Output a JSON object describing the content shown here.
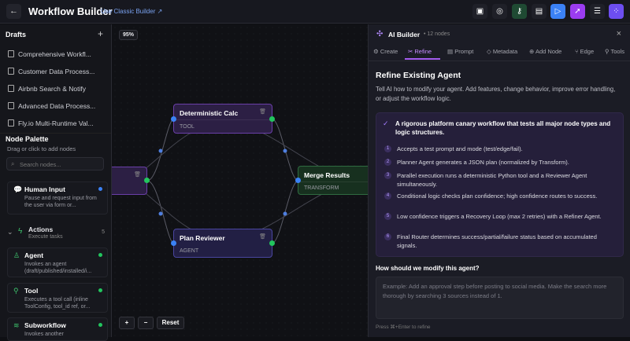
{
  "header": {
    "title": "Workflow Builder",
    "classic_link": "Use Classic Builder ↗"
  },
  "toolbar": [
    {
      "name": "save-icon",
      "glyph": "▣",
      "bg": "#1f2028"
    },
    {
      "name": "validate-icon",
      "glyph": "◎",
      "bg": "#1f2028"
    },
    {
      "name": "key-icon",
      "glyph": "⚷",
      "bg": "#1f4a33"
    },
    {
      "name": "document-icon",
      "glyph": "▤",
      "bg": "#1f2028"
    },
    {
      "name": "run-icon",
      "glyph": "▷",
      "bg": "#3b82f6"
    },
    {
      "name": "deploy-icon",
      "glyph": "➚",
      "bg": "#9b3cf0"
    },
    {
      "name": "settings-icon",
      "glyph": "☰",
      "bg": "#1f2028"
    },
    {
      "name": "ai-builder-icon",
      "glyph": "⁘",
      "bg": "#6d4ef0"
    }
  ],
  "sidebar": {
    "drafts_title": "Drafts",
    "add": "+",
    "drafts": [
      "Comprehensive Workfl...",
      "Customer Data Process...",
      "Airbnb Search & Notify",
      "Advanced Data Process...",
      "Fly.io Multi-Runtime Val..."
    ],
    "palette_title": "Node Palette",
    "palette_sub": "Drag or click to add nodes",
    "search_placeholder": "Search nodes...",
    "human": {
      "title": "Human Input",
      "desc": "Pause and request input from the user via form or..."
    },
    "actions": {
      "title": "Actions",
      "sub": "Execute tasks",
      "count": "5"
    },
    "agent": {
      "title": "Agent",
      "desc": "Invokes an agent (draft/published/installed/i..."
    },
    "tool": {
      "title": "Tool",
      "desc": "Executes a tool call (inline ToolConfig, tool_id ref, or..."
    },
    "sub": {
      "title": "Subworkflow",
      "desc": "Invokes another"
    }
  },
  "canvas": {
    "zoom": "95%",
    "nodes": {
      "calc": {
        "title": "Deterministic Calc",
        "type": "TOOL"
      },
      "merge": {
        "title": "Merge Results",
        "type": "TRANSFORM"
      },
      "review": {
        "title": "Plan Reviewer",
        "type": "AGENT"
      }
    },
    "zoom_in": "+",
    "zoom_out": "−",
    "reset": "Reset"
  },
  "panel": {
    "title": "AI Builder",
    "count": "• 12 nodes",
    "close": "×",
    "tabs": [
      "Create",
      "Refine",
      "Prompt",
      "Metadata",
      "Add Node",
      "Edge",
      "Tools"
    ],
    "heading": "Refine Existing Agent",
    "desc": "Tell AI how to modify your agent. Add features, change behavior, improve error handling, or adjust the workflow logic.",
    "summary": "A rigorous platform canary workflow that tests all major node types and logic structures.",
    "steps": [
      "Accepts a test prompt and mode (test/edge/fail).",
      "Planner Agent generates a JSON plan (normalized by Transform).",
      "Parallel execution runs a deterministic Python tool and a Reviewer Agent simultaneously.",
      "Conditional logic checks plan confidence; high confidence routes to success.",
      "Low confidence triggers a Recovery Loop (max 2 retries) with a Refiner Agent.",
      "Final Router determines success/partial/failure status based on accumulated signals."
    ],
    "question": "How should we modify this agent?",
    "placeholder": "Example: Add an approval step before posting to social media. Make the search more thorough by searching 3 sources instead of 1.",
    "hint": "Press ⌘+Enter to refine"
  }
}
